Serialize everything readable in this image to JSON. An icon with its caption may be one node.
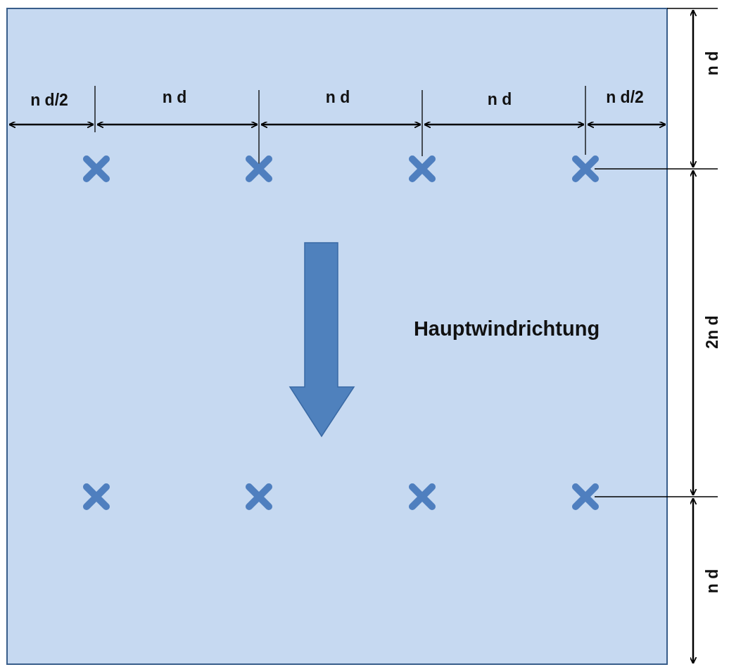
{
  "diagram": {
    "labels": [
      "n d/2",
      "n d",
      "n d",
      "n d",
      "n d/2",
      "n d",
      "Hauptwindrichtung",
      "2n d",
      "n d"
    ]
  }
}
